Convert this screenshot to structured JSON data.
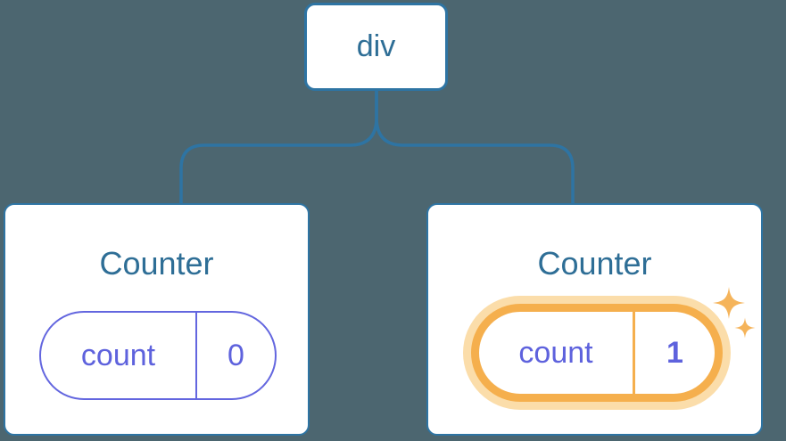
{
  "tree": {
    "root": {
      "label": "div"
    },
    "children": [
      {
        "title": "Counter",
        "state": {
          "key": "count",
          "value": "0"
        },
        "highlighted": false
      },
      {
        "title": "Counter",
        "state": {
          "key": "count",
          "value": "1"
        },
        "highlighted": true
      }
    ]
  },
  "icons": {
    "sparkle": "sparkle-icon"
  },
  "colors": {
    "background": "#4C6670",
    "node_border": "#2E74A3",
    "heading_text": "#2E6E96",
    "state_text_purple": "#5E62DD",
    "state_border_purple": "#6366DF",
    "highlight_orange": "#F5AF4D",
    "highlight_halo": "#FBDDAA",
    "sparkle": "#F5B45B",
    "card_background": "#FFFFFF"
  }
}
